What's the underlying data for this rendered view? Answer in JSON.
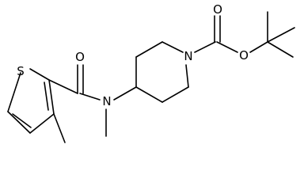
{
  "structure": {
    "atoms": {
      "sulfur": "S",
      "amide_oxygen": "O",
      "amide_nitrogen": "N",
      "piperidine_nitrogen": "N",
      "carbamate_carbonyl_oxygen": "O",
      "carbamate_ester_oxygen": "O"
    },
    "colors": {
      "ink": "#000000",
      "background": "#ffffff"
    }
  }
}
